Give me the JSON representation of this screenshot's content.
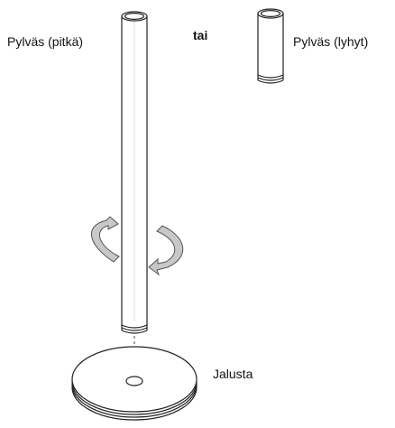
{
  "labels": {
    "long_pole": "Pylväs (pitkä)",
    "or": "tai",
    "short_pole": "Pylväs (lyhyt)",
    "base": "Jalusta"
  },
  "colors": {
    "line": "#222222",
    "arrow_fill": "#c8c8c8",
    "arrow_stroke": "#555555",
    "pole_shade": "#f4f4f4",
    "dashed_guide": "#444444"
  }
}
